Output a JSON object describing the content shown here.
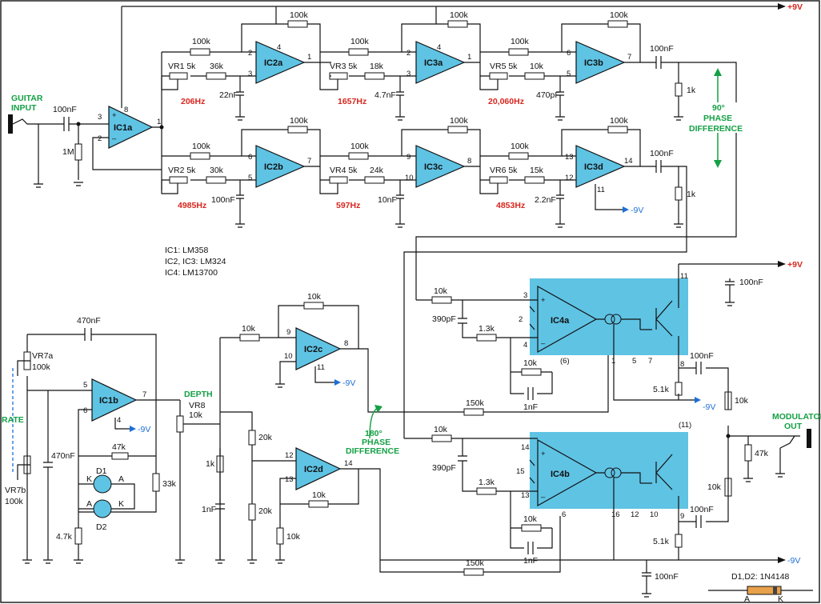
{
  "rails": {
    "plus9_top": "+9V",
    "plus9_mid": "+9V",
    "minus9_bottom": "-9V",
    "minus9_ic3d": "-9V",
    "minus9_ic1b": "-9V",
    "minus9_ic2c": "-9V",
    "minus9_vca": "-9V"
  },
  "input": {
    "line1": "GUITAR",
    "line2": "INPUT",
    "cap": "100nF",
    "res": "1M"
  },
  "ics": {
    "ic1a": "IC1a",
    "ic1b": "IC1b",
    "ic2a": "IC2a",
    "ic2b": "IC2b",
    "ic2c": "IC2c",
    "ic2d": "IC2d",
    "ic3a": "IC3a",
    "ic3b": "IC3b",
    "ic3c": "IC3c",
    "ic3d": "IC3d",
    "ic4a": "IC4a",
    "ic4b": "IC4b"
  },
  "parts": {
    "r100k": "100k",
    "r10k": "10k",
    "r1k": "1k",
    "r20k": "20k",
    "r47k": "47k",
    "r33k": "33k",
    "r4k7": "4.7k",
    "r5k1": "5.1k",
    "r150k": "150k",
    "r1k3": "1.3k",
    "c100nF": "100nF",
    "c470nF": "470nF",
    "c1nF": "1nF",
    "c390pF": "390pF",
    "r36k": "36k",
    "r18k": "18k",
    "r10k_ap": "10k",
    "r30k": "30k",
    "r24k": "24k",
    "r15k": "15k",
    "c22nF": "22nF",
    "c4n7F": "4.7nF",
    "c470pF": "470pF",
    "c100nF_ap": "100nF",
    "c10nF": "10nF",
    "c2n2F": "2.2nF",
    "vr1": "VR1 5k",
    "vr2": "VR2 5k",
    "vr3": "VR3 5k",
    "vr4": "VR4 5k",
    "vr5": "VR5 5k",
    "vr6": "VR6 5k",
    "vr7a_name": "VR7a",
    "vr7a_val": "100k",
    "vr7b_name": "VR7b",
    "vr7b_val": "100k",
    "vr8_name": "VR8",
    "vr8_val": "10k",
    "d1": "D1",
    "d2": "D2",
    "a": "A",
    "k": "K"
  },
  "freqs": {
    "f1": "206Hz",
    "f2": "1657Hz",
    "f3": "20,060Hz",
    "f4": "4985Hz",
    "f5": "597Hz",
    "f6": "4853Hz"
  },
  "annotations": {
    "phase90": [
      "90°",
      "PHASE",
      "DIFFERENCE"
    ],
    "phase180": [
      "180°",
      "PHASE",
      "DIFFERENCE"
    ],
    "rate": "RATE",
    "depth": "DEPTH",
    "modout": [
      "MODULATOR",
      "OUT"
    ],
    "ic_list": [
      "IC1:  LM358",
      "IC2, IC3:  LM324",
      "IC4:  LM13700"
    ],
    "diode_note": "D1,D2: 1N4148"
  },
  "pins": {
    "p1": "1",
    "p2": "2",
    "p3": "3",
    "p4": "4",
    "p5": "5",
    "p6": "6",
    "p7": "7",
    "p8": "8",
    "p9": "9",
    "p10": "10",
    "p11": "11",
    "p12": "12",
    "p13": "13",
    "p14": "14",
    "p15": "15",
    "p16": "16",
    "p6b": "(6)",
    "p11b": "(11)"
  },
  "colors": {
    "ic_fill": "#5fc3e4",
    "freq_label": "#d7261e",
    "green_label": "#14a045",
    "blue_line": "#1d6fd6"
  }
}
